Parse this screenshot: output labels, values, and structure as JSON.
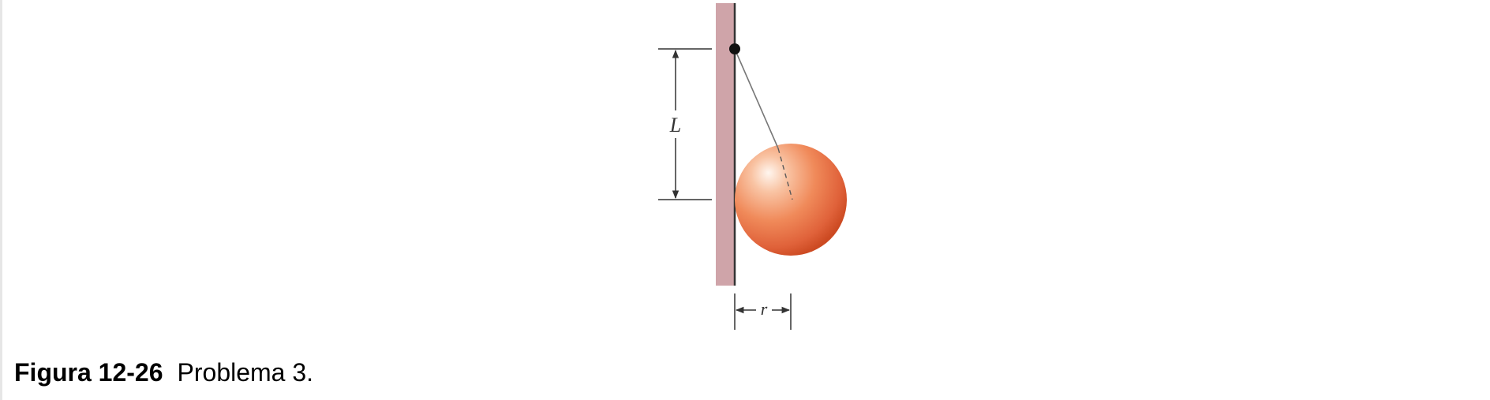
{
  "figure": {
    "label_L": "L",
    "label_r": "r",
    "colors": {
      "wall": "#cfa4a9",
      "wall_edge": "#333333",
      "sphere_highlight": "#fff4ec",
      "sphere_mid": "#f08a5a",
      "sphere_edge": "#d2502a",
      "string": "#777777",
      "dimension_lines": "#333333"
    }
  },
  "caption": {
    "number": "Figura 12-26",
    "text": "Problema 3."
  }
}
